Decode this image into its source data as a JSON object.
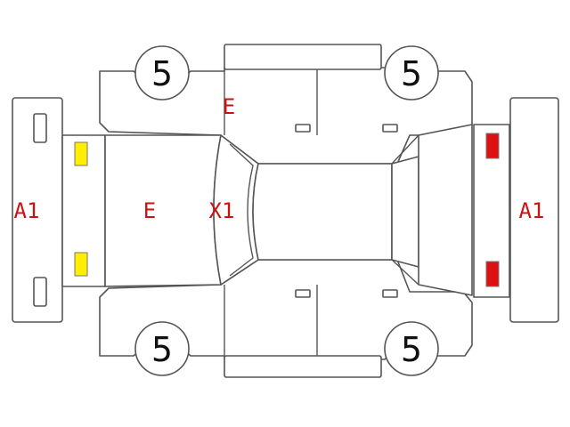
{
  "colors": {
    "outline": "#555555",
    "damage_code": "#cc1111",
    "front_lamp": "#ffee00",
    "rear_lamp": "#dd1111"
  },
  "tires": {
    "front_left": "5",
    "rear_left": "5",
    "front_right": "5",
    "rear_right": "5"
  },
  "damage_codes": {
    "front_bumper": "A1",
    "rear_bumper": "A1",
    "hood": "E",
    "left_front_fender": "E",
    "windshield": "X1"
  }
}
